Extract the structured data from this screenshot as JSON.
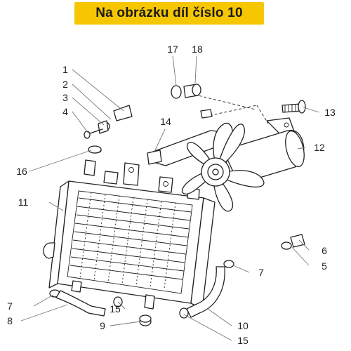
{
  "header": {
    "title": "Na obrázku díl číslo 10",
    "color": "#f6c600"
  },
  "callouts": {
    "c1": "1",
    "c2": "2",
    "c3": "3",
    "c4": "4",
    "c5": "5",
    "c6": "6",
    "c7a": "7",
    "c7b": "7",
    "c8": "8",
    "c9": "9",
    "c10": "10",
    "c11": "11",
    "c12": "12",
    "c13": "13",
    "c14": "14",
    "c15a": "15",
    "c15b": "15",
    "c16": "16",
    "c17": "17",
    "c18": "18"
  }
}
